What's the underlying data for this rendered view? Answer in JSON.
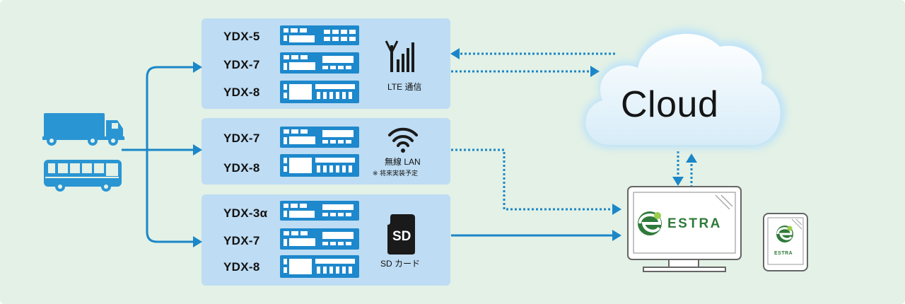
{
  "colors": {
    "background": "#e3f1e6",
    "panel": "#bedcf3",
    "device_blue": "#1d88cc",
    "arrow_blue": "#1b86c8",
    "vehicle_blue": "#2a95d3",
    "estra_green": "#2f7a3a"
  },
  "groups": [
    {
      "models": [
        "YDX-5",
        "YDX-7",
        "YDX-8"
      ],
      "comm_icon": "antenna-signal-icon",
      "comm_label": "LTE 通信",
      "note": ""
    },
    {
      "models": [
        "YDX-7",
        "YDX-8"
      ],
      "comm_icon": "wifi-icon",
      "comm_label": "無線 LAN",
      "note": "※ 将来実装予定"
    },
    {
      "models": [
        "YDX-3α",
        "YDX-7",
        "YDX-8"
      ],
      "comm_icon": "sd-card-icon",
      "comm_label": "SD カード",
      "note": "",
      "sd_text": "SD"
    }
  ],
  "cloud": {
    "label": "Cloud"
  },
  "estra": {
    "monitor_label": "ESTRA",
    "tablet_label": "ESTRA"
  },
  "vehicles": [
    "truck-icon",
    "bus-icon"
  ]
}
